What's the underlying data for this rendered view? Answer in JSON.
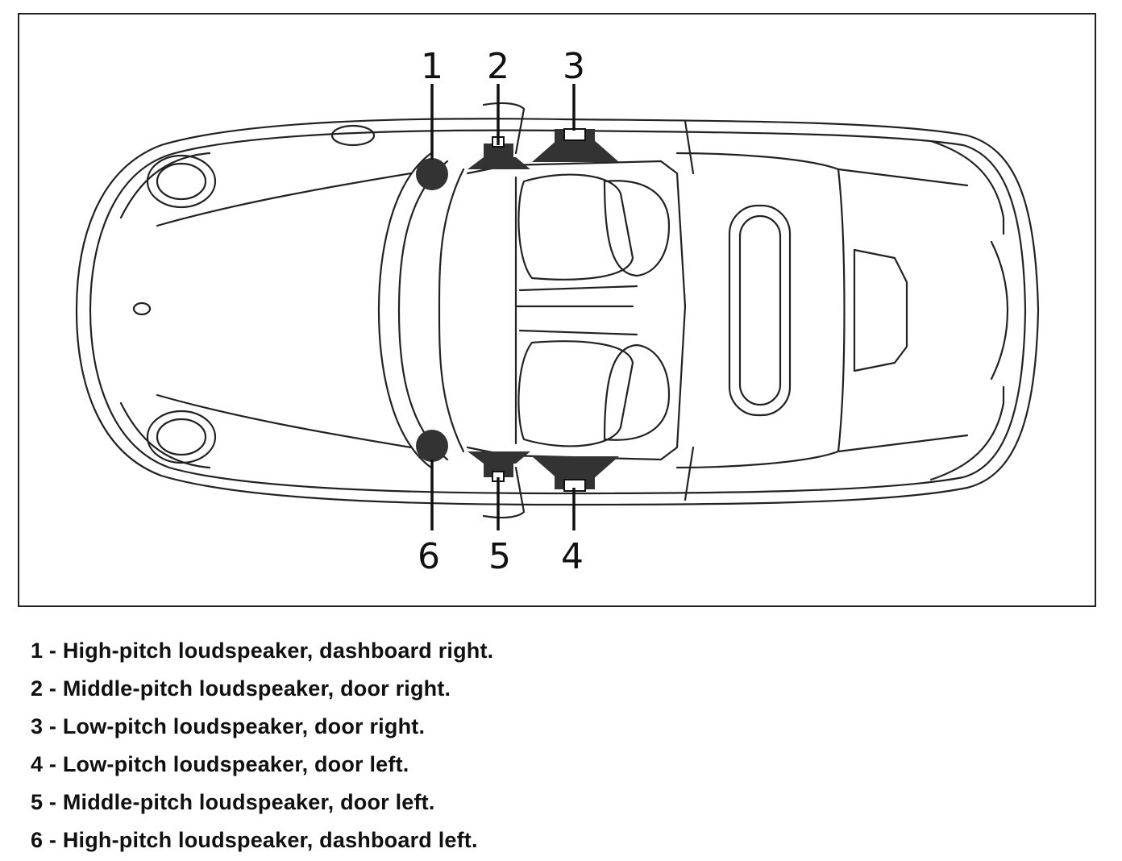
{
  "callouts": [
    {
      "id": "1",
      "number": "1",
      "type": "high-pitch"
    },
    {
      "id": "2",
      "number": "2",
      "type": "middle-pitch"
    },
    {
      "id": "3",
      "number": "3",
      "type": "low-pitch"
    },
    {
      "id": "4",
      "number": "4",
      "type": "low-pitch"
    },
    {
      "id": "5",
      "number": "5",
      "type": "middle-pitch"
    },
    {
      "id": "6",
      "number": "6",
      "type": "high-pitch"
    }
  ],
  "legend": [
    {
      "number": "1",
      "text": "High-pitch loudspeaker, dashboard right."
    },
    {
      "number": "2",
      "text": "Middle-pitch loudspeaker, door right."
    },
    {
      "number": "3",
      "text": "Low-pitch loudspeaker, door right."
    },
    {
      "number": "4",
      "text": "Low-pitch loudspeaker, door left."
    },
    {
      "number": "5",
      "text": "Middle-pitch loudspeaker, door left."
    },
    {
      "number": "6",
      "text": "High-pitch loudspeaker, dashboard left."
    }
  ],
  "separator": " - "
}
